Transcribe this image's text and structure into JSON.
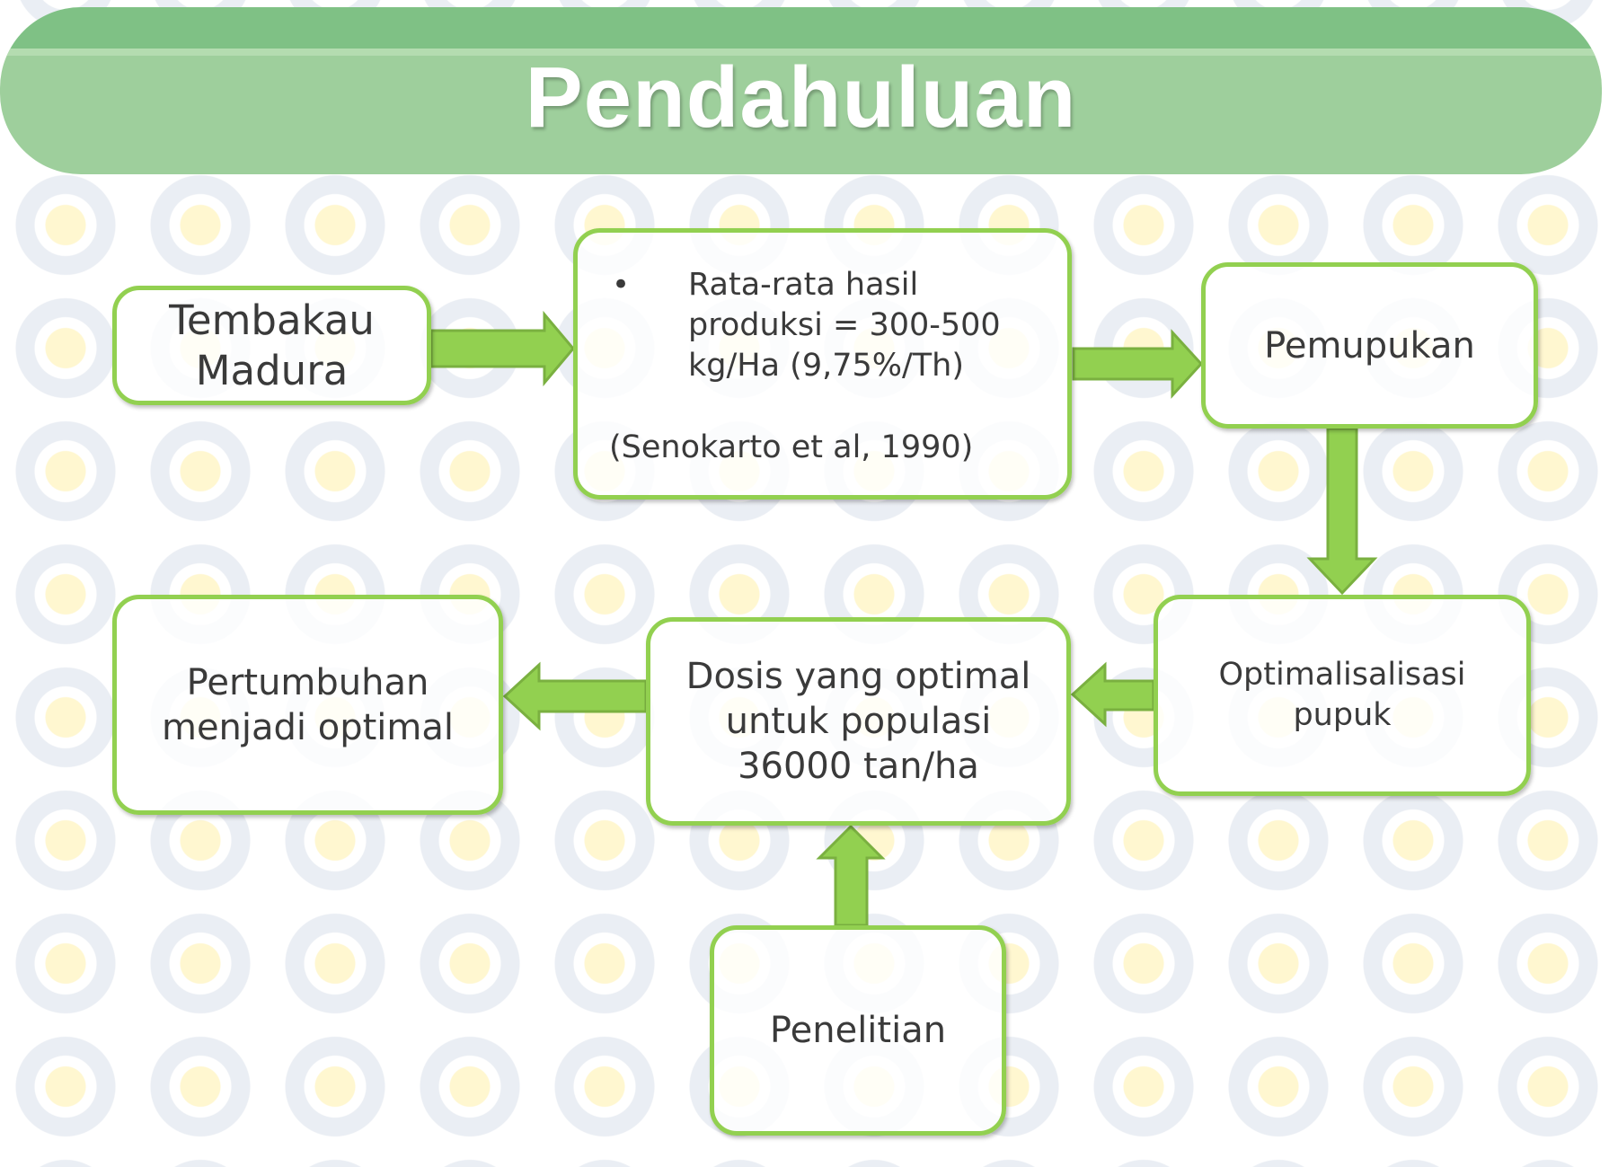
{
  "header": {
    "title": "Pendahuluan"
  },
  "boxes": {
    "tembakau": {
      "lines": [
        "Tembakau",
        "Madura"
      ]
    },
    "rata": {
      "bullet": "•",
      "lines": [
        "Rata-rata hasil",
        "produksi = 300-500",
        "kg/Ha (9,75%/Th)"
      ],
      "citation": "(Senokarto et al, 1990)"
    },
    "pemupukan": {
      "lines": [
        "Pemupukan"
      ]
    },
    "optimal": {
      "lines": [
        "Optimalisalisasi",
        "pupuk"
      ]
    },
    "dosis": {
      "lines": [
        "Dosis yang optimal",
        "untuk populasi",
        "36000 tan/ha"
      ]
    },
    "pertumbuhan": {
      "lines": [
        "Pertumbuhan",
        "menjadi optimal"
      ]
    },
    "penelitian": {
      "lines": [
        "Penelitian"
      ]
    }
  },
  "colors": {
    "banner_top": "#7fc185",
    "banner_bottom": "#9ecf9c",
    "box_border": "#92d050",
    "arrow_fill": "#92d050",
    "arrow_stroke": "#7ab040"
  }
}
